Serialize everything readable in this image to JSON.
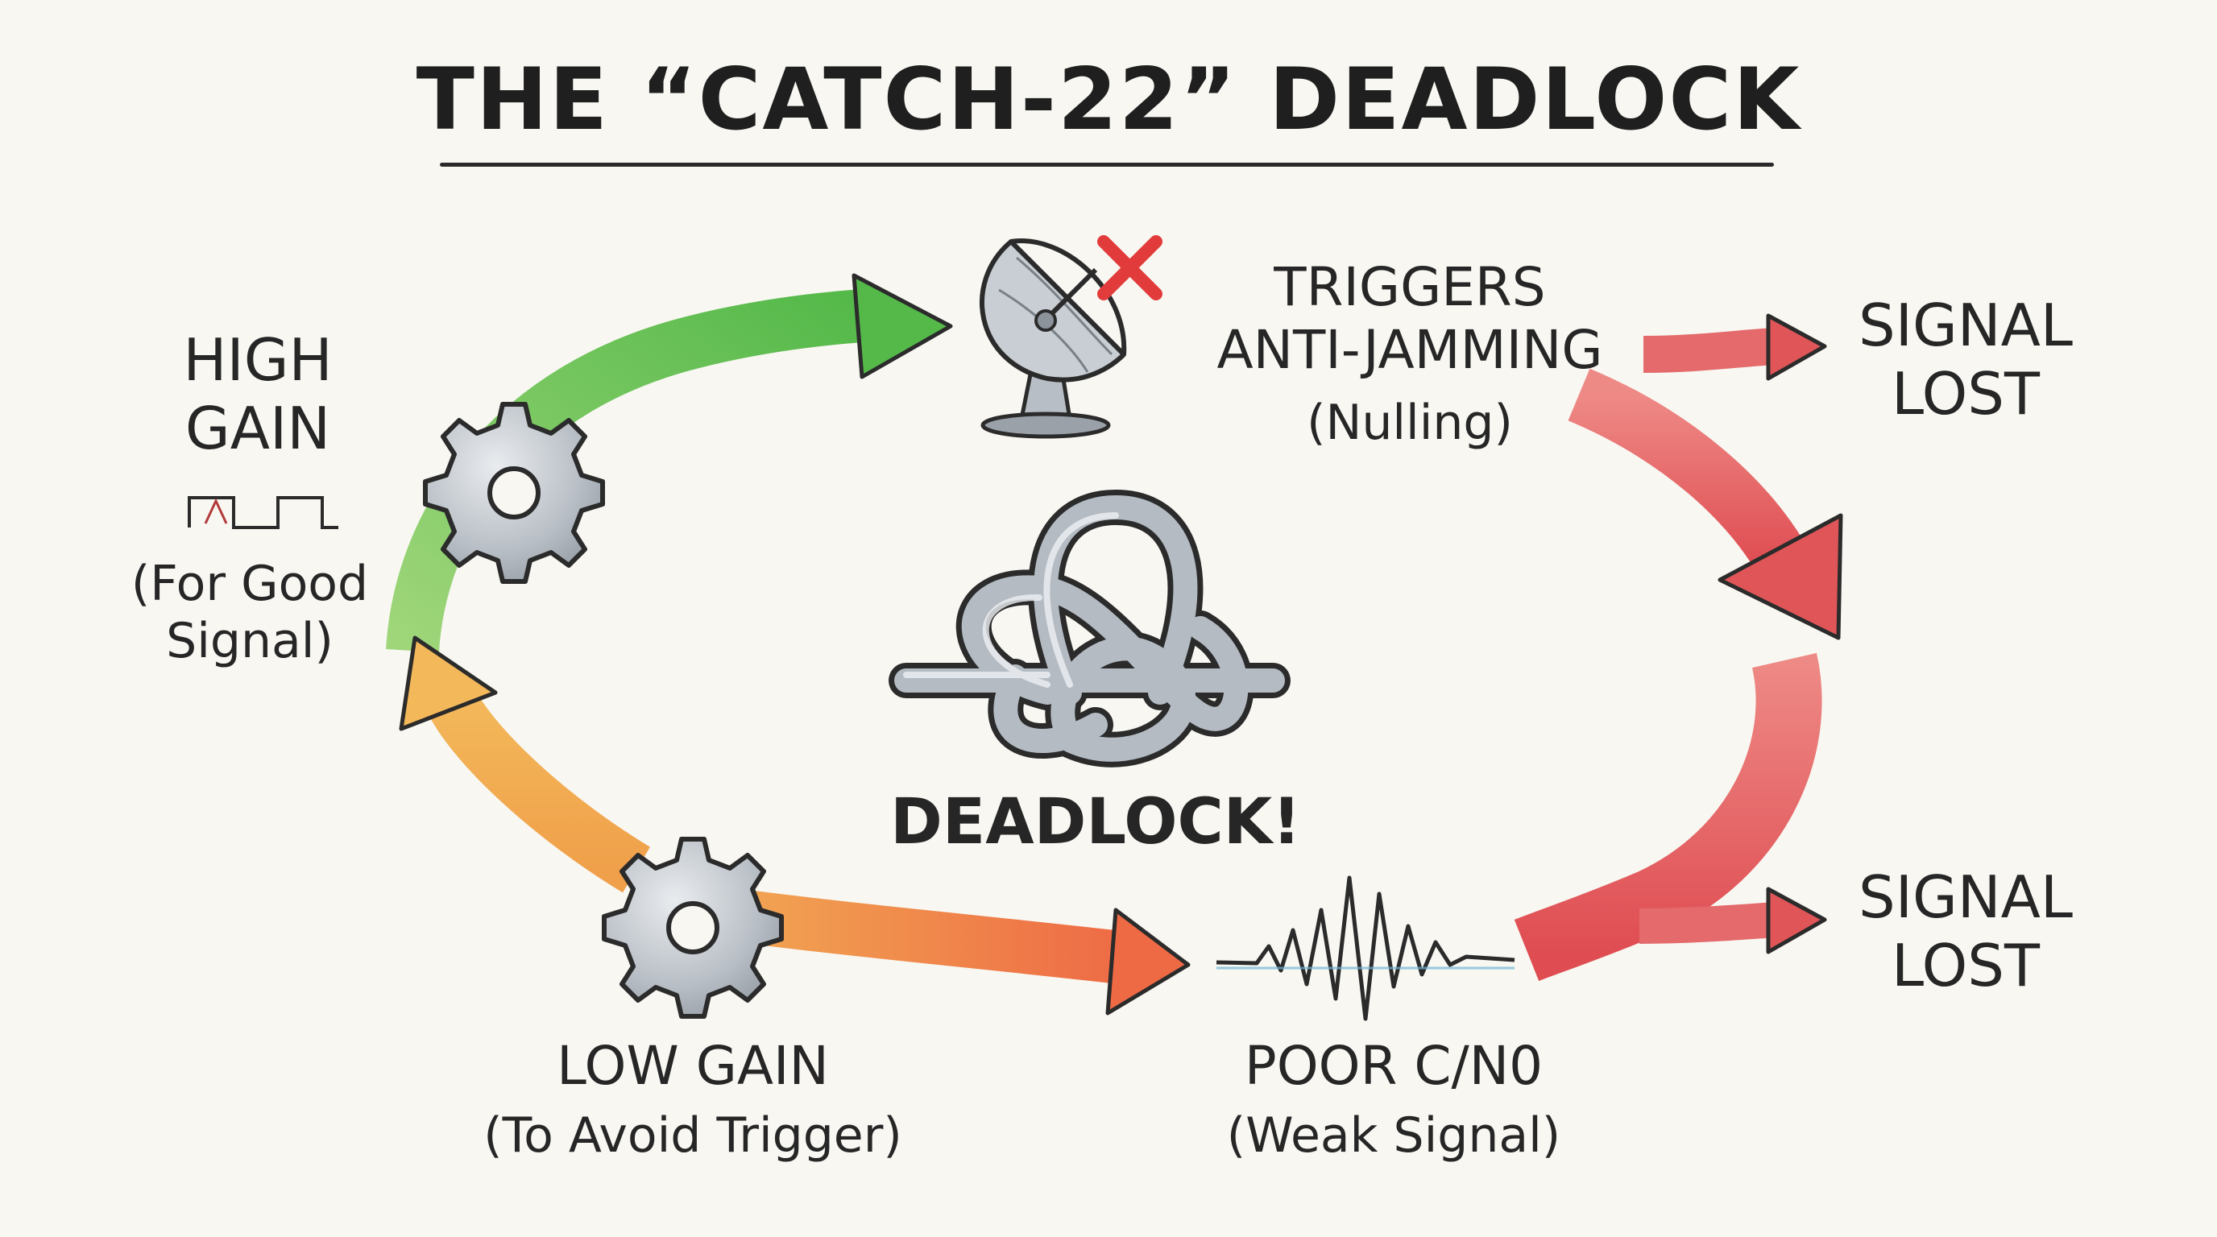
{
  "title": "THE “CATCH-22” DEADLOCK",
  "colors": {
    "ink": "#262626",
    "green": "#7cc85a",
    "orange": "#ef9a40",
    "red": "#e2555a",
    "metal": "#a9b0b8",
    "cross": "#e23b3b"
  },
  "icons": [
    "gear-icon",
    "satellite-dish-icon",
    "red-x-icon",
    "tangled-knot-icon",
    "waveform-icon",
    "square-wave-icon"
  ],
  "nodes": {
    "high_gain": {
      "line1": "HIGH",
      "line2": "GAIN",
      "note1": "(For Good",
      "note2": "Signal)"
    },
    "triggers": {
      "line1": "TRIGGERS",
      "line2": "ANTI-JAMMING",
      "note": "(Nulling)"
    },
    "signal_lost_top": {
      "line1": "SIGNAL",
      "line2": "LOST"
    },
    "signal_lost_bottom": {
      "line1": "SIGNAL",
      "line2": "LOST"
    },
    "low_gain": {
      "line1": "LOW GAIN",
      "note": "(To Avoid Trigger)"
    },
    "poor_cn0": {
      "line1": "POOR C/N0",
      "note": "(Weak Signal)"
    },
    "center": {
      "label": "DEADLOCK!"
    }
  }
}
